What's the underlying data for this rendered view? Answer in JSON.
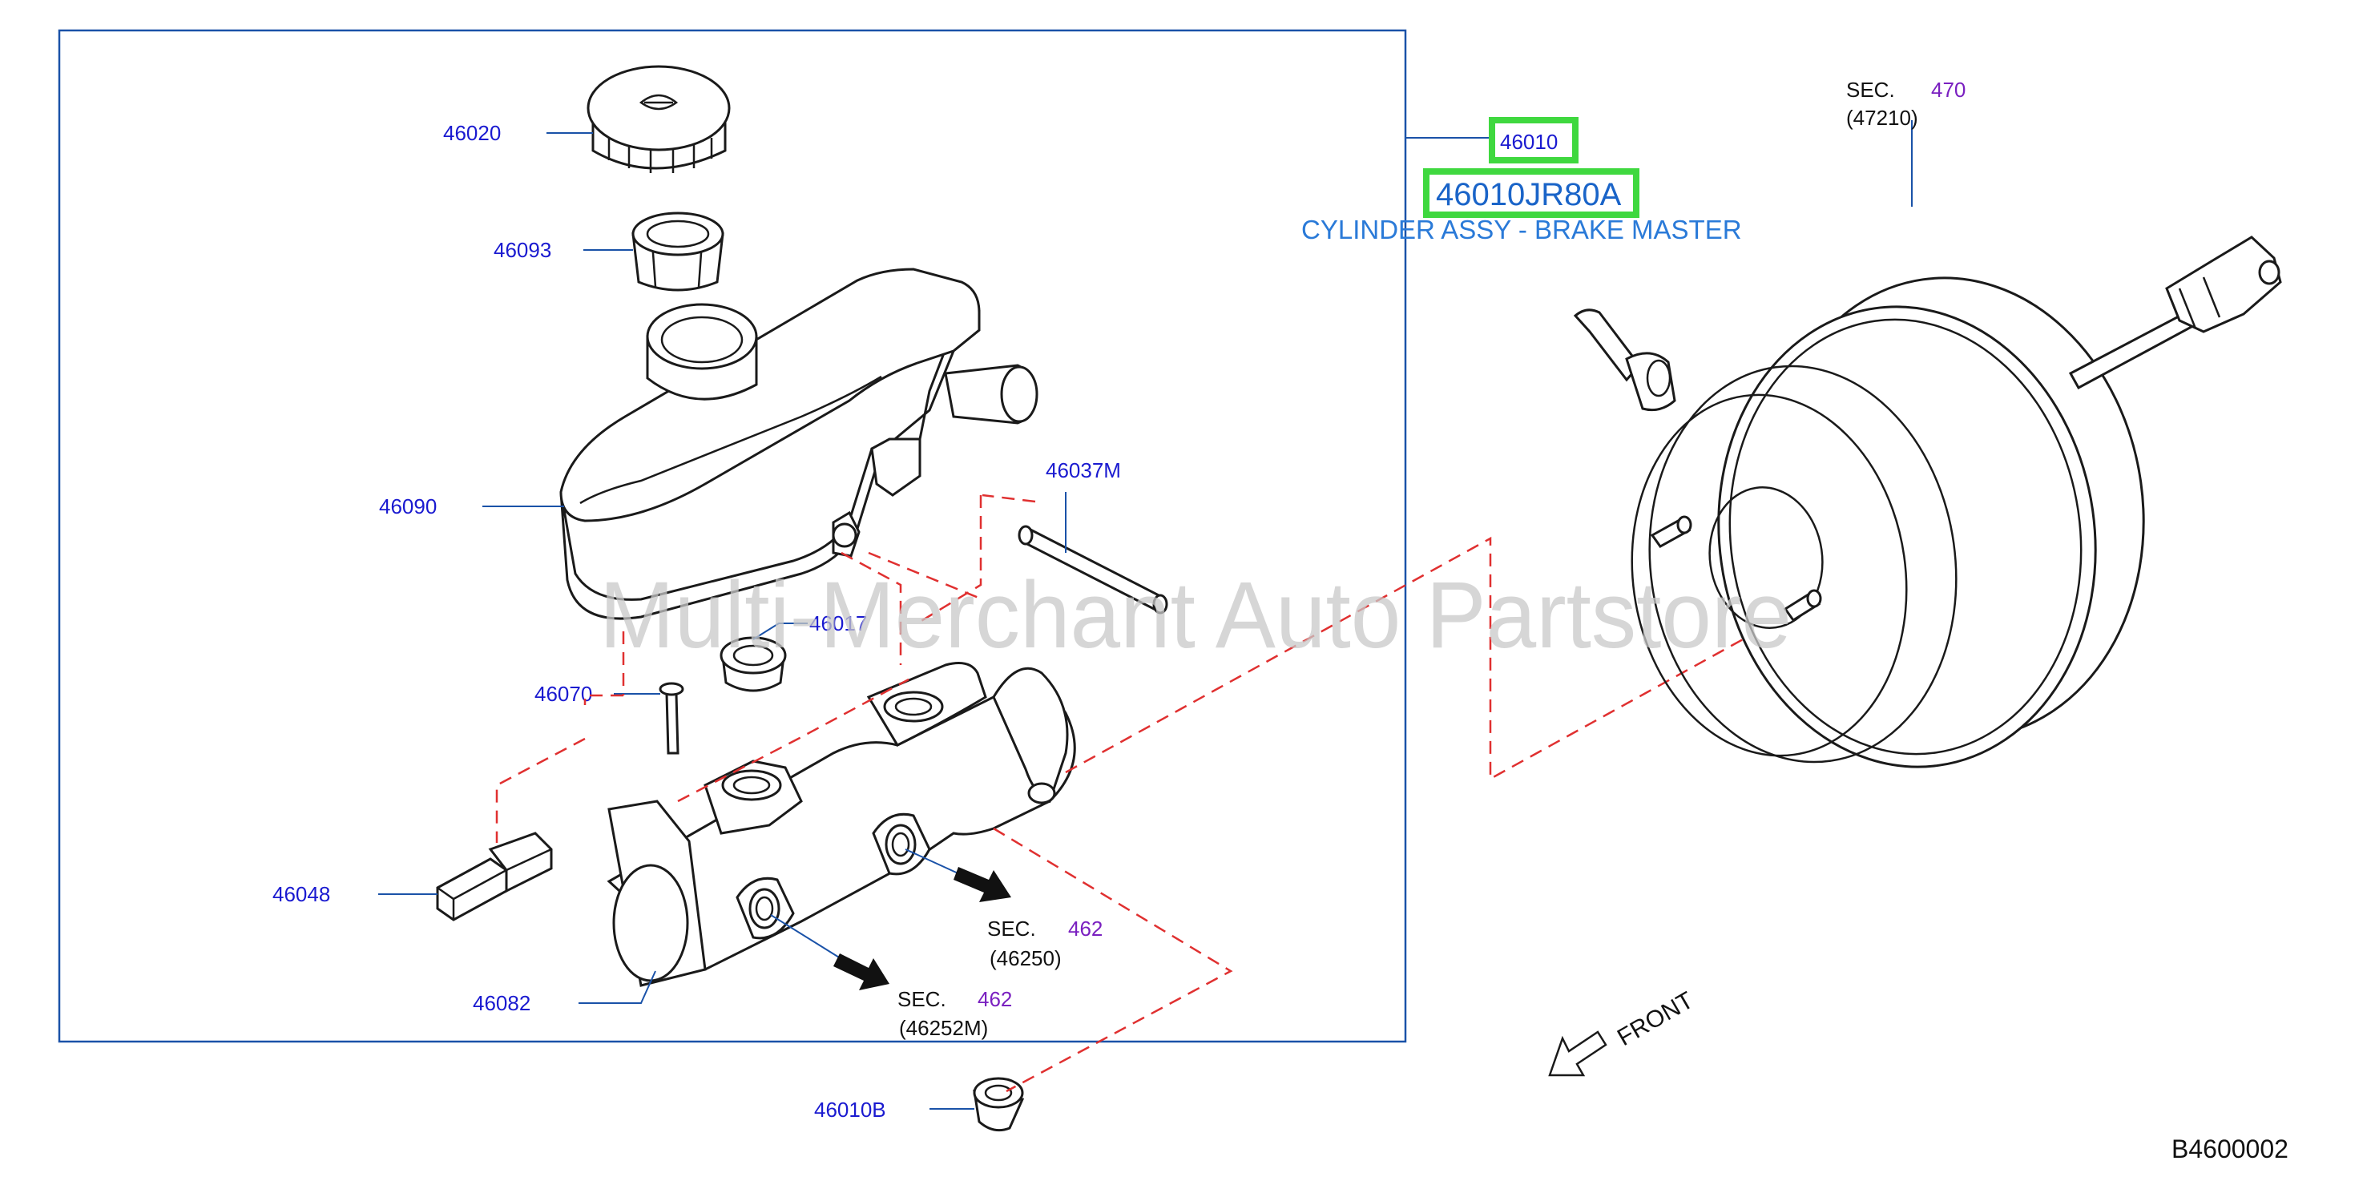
{
  "labels": {
    "p46020": "46020",
    "p46093": "46093",
    "p46090": "46090",
    "p46037M": "46037M",
    "p46017": "46017",
    "p46070": "46070",
    "p46048": "46048",
    "p46082": "46082",
    "p46010B": "46010B",
    "p46010": "46010"
  },
  "highlight": {
    "part_number": "46010JR80A",
    "description": "CYLINDER ASSY - BRAKE MASTER"
  },
  "sections": {
    "booster": {
      "sec": "SEC.",
      "num": "470",
      "ref": "(47210)"
    },
    "line_a": {
      "sec": "SEC.",
      "num": "462",
      "ref": "(46250)"
    },
    "line_b": {
      "sec": "SEC.",
      "num": "462",
      "ref": "(46252M)"
    }
  },
  "front_label": "FRONT",
  "diagram_code": "B4600002",
  "watermark": "Multi-Merchant Auto Partstore",
  "colors": {
    "label_blue": "#1a1ad0",
    "section_purple": "#7a20c0",
    "highlight_green": "#3fd83f",
    "dashed_red": "#e03030"
  }
}
